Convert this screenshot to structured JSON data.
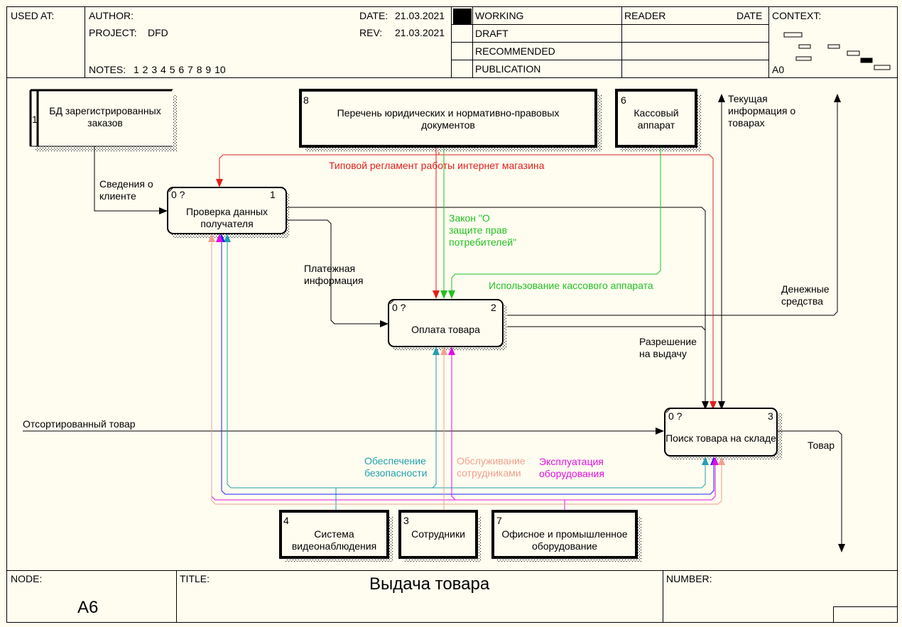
{
  "header": {
    "used_at": "USED AT:",
    "author": "AUTHOR:",
    "project_label": "PROJECT:",
    "project": "DFD",
    "notes_label": "NOTES:",
    "notes": "1  2  3  4  5  6  7  8  9  10",
    "date_label": "DATE:",
    "date": "21.03.2021",
    "rev_label": "REV:",
    "rev": "21.03.2021",
    "status": [
      "WORKING",
      "DRAFT",
      "RECOMMENDED",
      "PUBLICATION"
    ],
    "reader": "READER",
    "reader_date": "DATE",
    "context": "CONTEXT:",
    "context_node": "A0"
  },
  "footer": {
    "node_label": "NODE:",
    "node": "A6",
    "title_label": "TITLE:",
    "title": "Выдача товара",
    "number_label": "NUMBER:"
  },
  "externals": [
    {
      "num": "1",
      "text": [
        "БД зарегистрированных",
        "заказов"
      ]
    },
    {
      "num": "8",
      "text": [
        "Перечень юридических и нормативно-правовых",
        "документов"
      ]
    },
    {
      "num": "6",
      "text": [
        "Кассовый",
        "аппарат"
      ]
    },
    {
      "num": "4",
      "text": [
        "Система",
        "видеонаблюдения"
      ]
    },
    {
      "num": "3",
      "text": [
        "Сотрудники"
      ]
    },
    {
      "num": "7",
      "text": [
        "Офисное и промышленное",
        "оборудование"
      ]
    }
  ],
  "processes": [
    {
      "cost": "0 ?",
      "num": "1",
      "text": [
        "Проверка данных",
        "получателя"
      ]
    },
    {
      "cost": "0 ?",
      "num": "2",
      "text": [
        "Оплата товара"
      ]
    },
    {
      "cost": "0 ?",
      "num": "3",
      "text": [
        "Поиск товара на складе"
      ]
    }
  ],
  "flows": {
    "client_info": [
      "Сведения о",
      "клиенте"
    ],
    "regulation": "Типовой регламент работы интернет магазина",
    "law": [
      "Закон \"О",
      "защите прав",
      "потребителей\""
    ],
    "cash_use": "Использование кассового аппарата",
    "payment_info": [
      "Платежная",
      "информация"
    ],
    "money": [
      "Денежные",
      "средства"
    ],
    "current_info": [
      "Текущая",
      "информация о",
      "товарах"
    ],
    "permission": [
      "Разрешение",
      "на выдачу"
    ],
    "sorted_goods": "Отсортированный товар",
    "goods": "Товар",
    "security": [
      "Обеспечение",
      "безопасности"
    ],
    "staff_service": [
      "Обслуживание",
      "сотрудниками"
    ],
    "equipment": [
      "Эксплуатация",
      "оборудования"
    ]
  },
  "colors": {
    "red": "#e0201c",
    "green": "#22c022",
    "teal": "#20a0b0",
    "pink": "#f0a090",
    "magenta": "#e010e0",
    "blue": "#2020ff",
    "black": "#000000"
  }
}
